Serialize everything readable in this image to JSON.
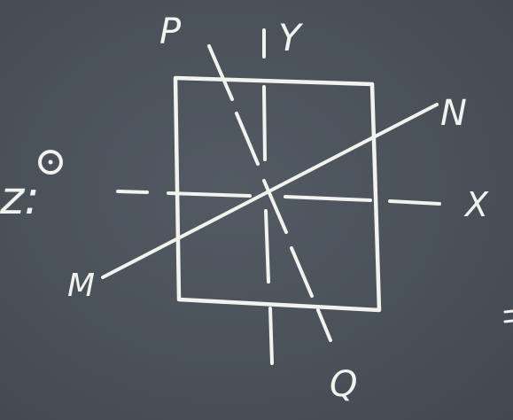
{
  "labels": {
    "p": "P",
    "y": "Y",
    "n": "N",
    "x": "X",
    "m": "M",
    "q": "Q",
    "z": "z:"
  },
  "colors": {
    "board": "#4a5159",
    "chalk": "#f2f2ee"
  },
  "icons": {
    "z_axis_symbol": "circle-dot-icon"
  }
}
